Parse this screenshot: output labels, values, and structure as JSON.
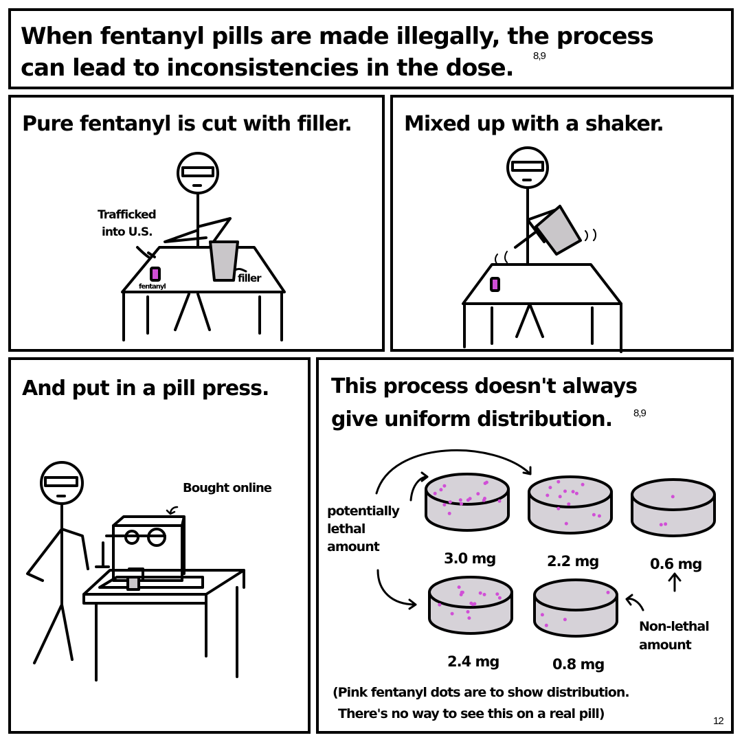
{
  "header": {
    "text_line1": "When fentanyl pills are made illegally, the process",
    "text_line2": "can lead to inconsistencies in the dose.",
    "ref": "8,9"
  },
  "panel1": {
    "caption": "Pure fentanyl is cut with filler.",
    "label_trafficked_1": "Trafficked",
    "label_trafficked_2": "into U.S.",
    "label_fentanyl": "fentanyl",
    "label_filler": "filler"
  },
  "panel2": {
    "caption": "Mixed up with a shaker."
  },
  "panel3": {
    "caption": "And put in a pill press.",
    "label_bought": "Bought online"
  },
  "panel4": {
    "caption_line1": "This process doesn't always",
    "caption_line2": "give uniform distribution.",
    "ref": "8,9",
    "label_lethal": [
      "potentially",
      "lethal",
      "amount"
    ],
    "label_nonlethal": [
      "Non-lethal",
      "amount"
    ],
    "pills": [
      {
        "dose": "3.0 mg",
        "dots": 16
      },
      {
        "dose": "2.2 mg",
        "dots": 13
      },
      {
        "dose": "0.6 mg",
        "dots": 3
      },
      {
        "dose": "2.4 mg",
        "dots": 15
      },
      {
        "dose": "0.8 mg",
        "dots": 4
      }
    ],
    "note_line1": "(Pink fentanyl dots are to show distribution.",
    "note_line2": "There's no way to see this on a real pill)"
  },
  "page_number": "12",
  "colors": {
    "pill": "#d6d2d8",
    "dot": "#d04fd6",
    "filler": "#c9c6c9"
  }
}
